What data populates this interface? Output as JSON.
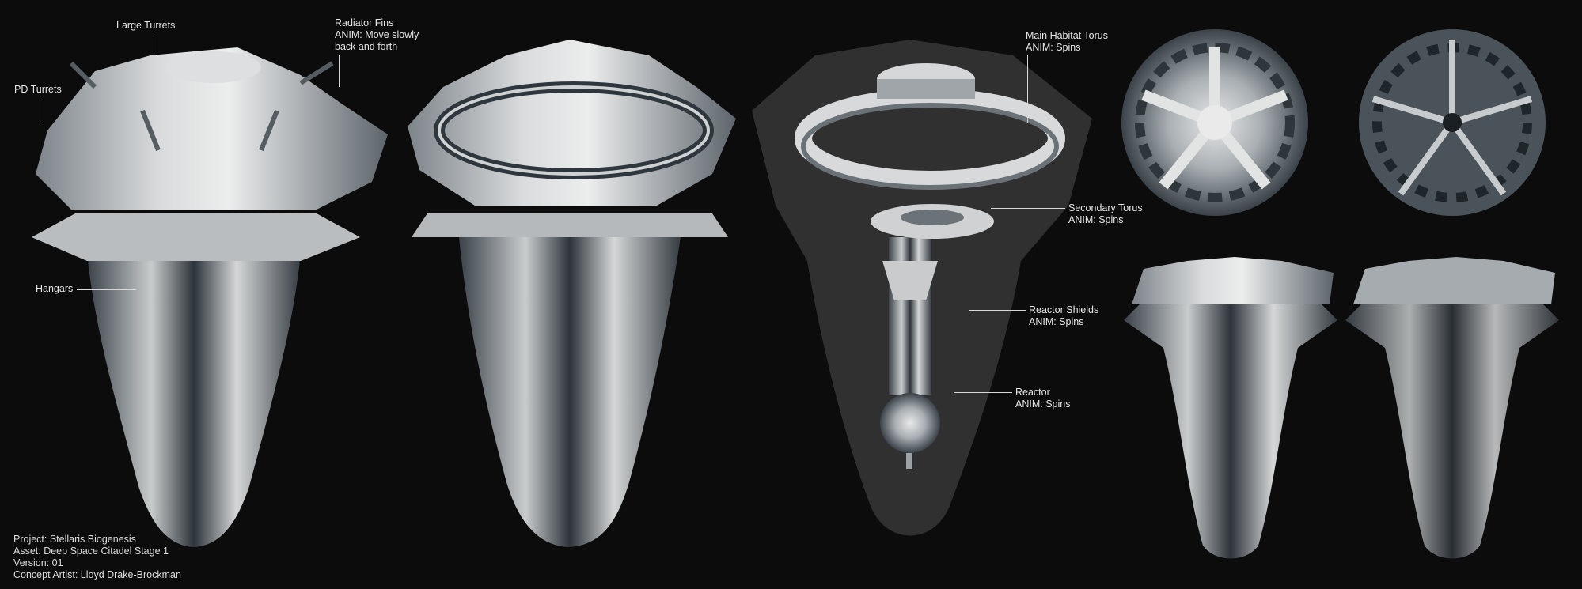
{
  "callouts": {
    "large_turrets": {
      "title": "Large Turrets"
    },
    "radiator_fins": {
      "title": "Radiator Fins",
      "anim": "ANIM: Move slowly",
      "anim2": "back and forth"
    },
    "pd_turrets": {
      "title": "PD Turrets"
    },
    "hangars": {
      "title": "Hangars"
    },
    "main_habitat_torus": {
      "title": "Main Habitat Torus",
      "anim": "ANIM: Spins"
    },
    "secondary_torus": {
      "title": "Secondary Torus",
      "anim": "ANIM: Spins"
    },
    "reactor_shields": {
      "title": "Reactor Shields",
      "anim": "ANIM: Spins"
    },
    "reactor": {
      "title": "Reactor",
      "anim": "ANIM: Spins"
    }
  },
  "info": {
    "project": "Project: Stellaris Biogenesis",
    "asset": "Asset: Deep Space Citadel Stage 1",
    "version": "Version: 01",
    "artist": "Concept Artist: Lloyd Drake-Brockman"
  },
  "colors": {
    "background": "#0c0c0c",
    "hull": "#cfd1d2",
    "dark": "#2b333a",
    "ghost": "#3a3a3a"
  }
}
